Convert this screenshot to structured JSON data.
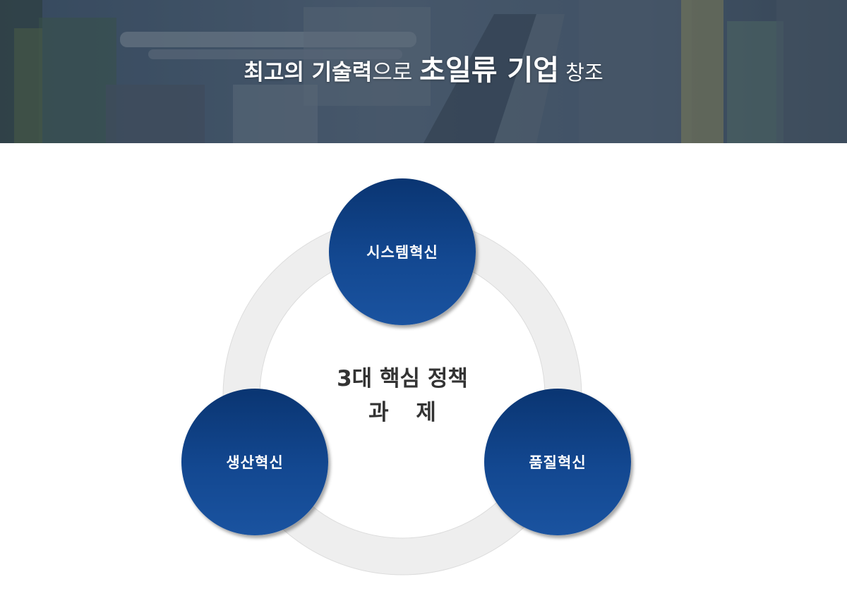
{
  "banner": {
    "title_part1": "최고의 기술력",
    "title_part2": "으로 ",
    "title_part3": "초일류 기업",
    "title_part4": " 창조"
  },
  "diagram": {
    "center_line1": "3대 핵심 정책",
    "center_line2": "과 제",
    "nodes": [
      {
        "label": "시스템혁신"
      },
      {
        "label": "생산혁신"
      },
      {
        "label": "품질혁신"
      }
    ]
  },
  "colors": {
    "node_dark": "#0a3572",
    "node_light": "#1a53a0",
    "ring": "#eeeeee",
    "banner_overlay": "#2c3e57"
  }
}
